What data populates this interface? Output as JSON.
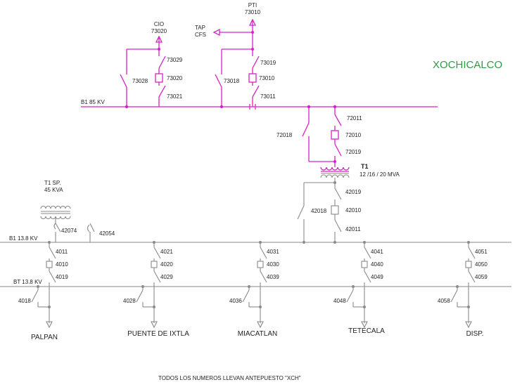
{
  "title": "XOCHICALCO",
  "note": "TODOS LOS NUMEROS LLEVAN ANTEPUESTO \"XCH\"",
  "colors": {
    "hv": "#d620c8",
    "lv": "#8a8a8a",
    "title": "#2e9a45"
  },
  "buses": {
    "b1_85": "B1 85 KV",
    "b1_138": "B1 13.8 KV",
    "bt_138": "BT 13.8 KV"
  },
  "hv_lines": {
    "cio": {
      "name": "CIO",
      "number": "73020"
    },
    "pti": {
      "name": "PTI",
      "number": "73010"
    },
    "tap": {
      "name1": "TAP",
      "name2": "CFS"
    }
  },
  "hv_bays": {
    "cio": {
      "bypass": "73028",
      "top": "73029",
      "breaker": "73020",
      "bottom": "73021"
    },
    "pti": {
      "bypass": "73018",
      "top": "73019",
      "breaker": "73010",
      "bottom": "73011"
    },
    "t1": {
      "bypass": "72018",
      "top": "72011",
      "breaker": "72010",
      "bottom": "72019"
    }
  },
  "transformer_t1": {
    "name": "T1",
    "rating": "12 /16 / 20 MVA",
    "bypass": "42018",
    "top": "42019",
    "breaker": "42010",
    "bottom": "42011"
  },
  "service_transformer": {
    "name": "T1 SP.",
    "rating": "45 KVA",
    "switch": "42074"
  },
  "aux_switch": "42054",
  "feeders": [
    {
      "name": "PALPAN",
      "top": "4011",
      "breaker": "4010",
      "bottom": "4019",
      "bypass": "4018"
    },
    {
      "name": "PUENTE DE IXTLA",
      "top": "4021",
      "breaker": "4020",
      "bottom": "4029",
      "bypass": "4028"
    },
    {
      "name": "MIACATLAN",
      "top": "4031",
      "breaker": "4030",
      "bottom": "4039",
      "bypass": "4036"
    },
    {
      "name": "TETECALA",
      "top": "4041",
      "breaker": "4040",
      "bottom": "4049",
      "bypass": "4048"
    },
    {
      "name": "DISP.",
      "top": "4051",
      "breaker": "4050",
      "bottom": "4059",
      "bypass": "4058"
    }
  ]
}
